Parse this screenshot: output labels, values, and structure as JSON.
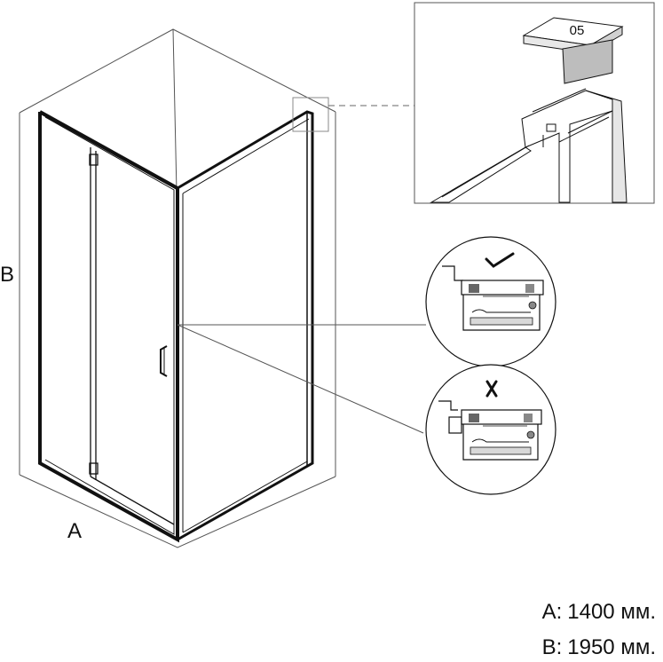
{
  "labels": {
    "width_letter": "A",
    "height_letter": "B",
    "detail_code": "05",
    "ok_mark": "check-mark",
    "wrong_mark": "cross-mark"
  },
  "specs": [
    {
      "key": "A:",
      "value": "1400 мм."
    },
    {
      "key": "B:",
      "value": "1950 мм."
    }
  ],
  "colors": {
    "line": "#111111",
    "wall": "#555555",
    "shadow": "#9a9a9a"
  }
}
